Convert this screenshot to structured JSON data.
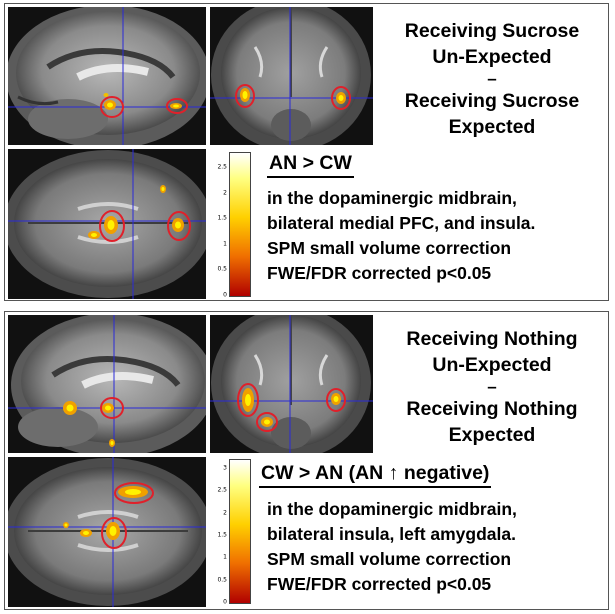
{
  "panels": [
    {
      "title": {
        "line1": "Receiving Sucrose",
        "line2": "Un-Expected",
        "minus": "–",
        "line3": "Receiving Sucrose",
        "line4": "Expected"
      },
      "contrast": "AN > CW",
      "description": [
        "in the dopaminergic midbrain,",
        "bilateral medial PFC, and insula.",
        "SPM small volume correction",
        "FWE/FDR corrected p<0.05"
      ],
      "colorbar": {
        "ticks": [
          "2.5",
          "2",
          "1.5",
          "1",
          "0.5",
          "0"
        ],
        "max": 2.8
      }
    },
    {
      "title": {
        "line1": "Receiving Nothing",
        "line2": "Un-Expected",
        "minus": "–",
        "line3": "Receiving Nothing",
        "line4": "Expected"
      },
      "contrast": "CW > AN (AN ↑ negative)",
      "description": [
        "in the dopaminergic midbrain,",
        "bilateral insula, left amygdala.",
        "SPM small volume correction",
        "FWE/FDR corrected p<0.05"
      ],
      "colorbar": {
        "ticks": [
          "3",
          "2.5",
          "2",
          "1.5",
          "1",
          "0.5",
          "0"
        ],
        "max": 3.2
      }
    }
  ],
  "colors": {
    "crosshair": "#2a2ad8",
    "circle": "#e0202a",
    "blob_core": "#fff200",
    "blob_edge": "#f0a000",
    "colorbar_top": "#ffffff",
    "colorbar_mid": "#ffd000",
    "colorbar_bottom": "#b00000"
  }
}
